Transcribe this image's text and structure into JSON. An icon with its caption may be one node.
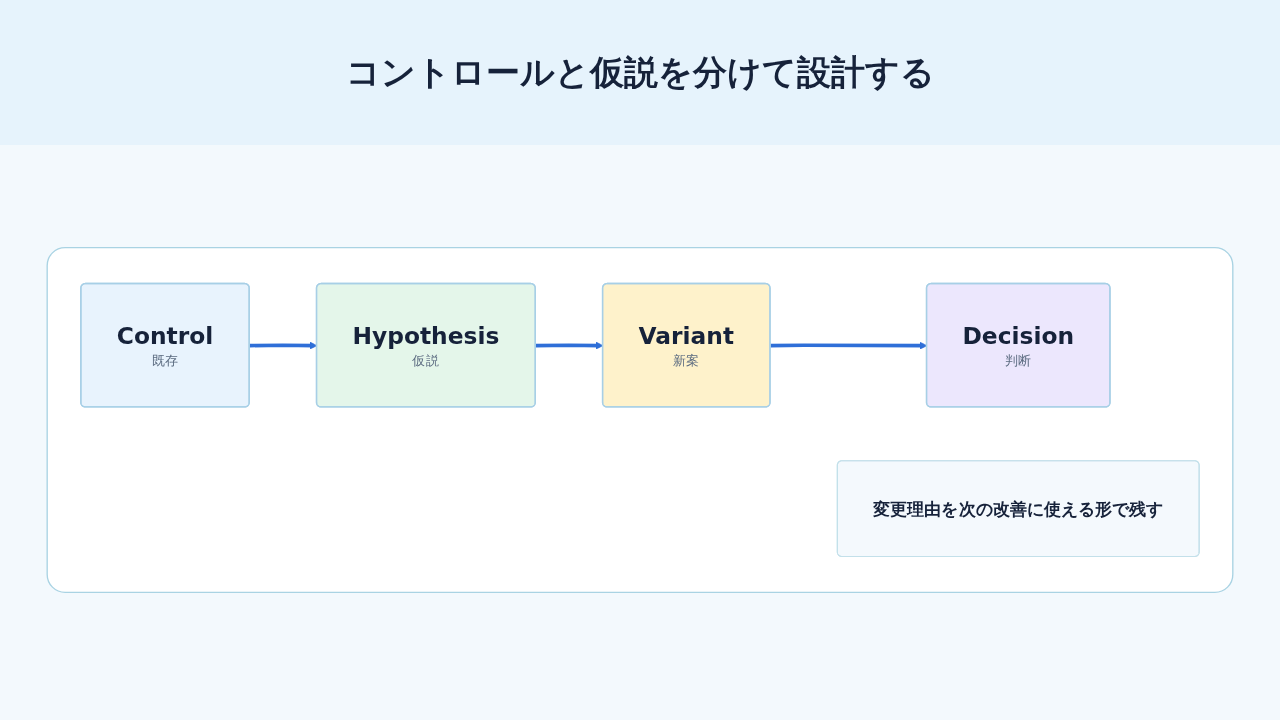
{
  "diagram": {
    "title": "コントロールと仮説を分けて設計する",
    "nodes": [
      {
        "text": [],
        "shape": "box"
      },
      {
        "text": [
          "Control",
          "既存"
        ],
        "in": 0
      },
      {
        "text": [
          "Hypothesis",
          "仮説"
        ],
        "in": 0
      },
      {
        "text": [
          "Variant",
          "新案"
        ],
        "in": 0
      },
      {
        "text": [
          "Decision",
          "判断"
        ],
        "in": 0
      },
      {
        "text": [
          "変更理由を次の改善に使える形で残す"
        ],
        "in": 0
      }
    ],
    "edges": [
      {
        "from": 1,
        "to": 2,
        "arrow": "to"
      },
      {
        "from": 2,
        "to": 3,
        "arrow": "to"
      },
      {
        "from": 3,
        "to": 4,
        "arrow": "to"
      }
    ]
  }
}
